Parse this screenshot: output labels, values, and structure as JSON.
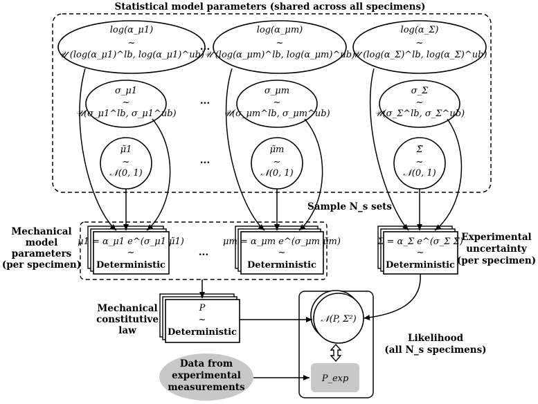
{
  "title": "Statistical model parameters (shared across all specimens)",
  "ellipses_log": [
    {
      "top": "log(α_μ1)",
      "sim": "~",
      "dist": "𝒰 (log(α_μ1)^lb, log(α_μ1)^ub)"
    },
    {
      "top": "log(α_μm)",
      "sim": "~",
      "dist": "𝒰 (log(α_μm)^lb, log(α_μm)^ub)"
    },
    {
      "top": "log(α_Σ)",
      "sim": "~",
      "dist": "𝒰 (log(α_Σ)^lb, log(α_Σ)^ub)"
    }
  ],
  "ellipses_sigma": [
    {
      "top": "σ_μ1",
      "sim": "~",
      "dist": "𝒰(σ_μ1^lb, σ_μ1^ub)"
    },
    {
      "top": "σ_μm",
      "sim": "~",
      "dist": "𝒰(σ_μm^lb, σ_μm^ub)"
    },
    {
      "top": "σ_Σ",
      "sim": "~",
      "dist": "𝒰(σ_Σ^lb, σ_Σ^ub)"
    }
  ],
  "circles_std": [
    {
      "top": "μ̃1",
      "sim": "~",
      "dist": "𝒩(0, 1)"
    },
    {
      "top": "μ̃m",
      "sim": "~",
      "dist": "𝒩(0, 1)"
    },
    {
      "top": "Σ̃",
      "sim": "~",
      "dist": "𝒩(0, 1)"
    }
  ],
  "ellipsis": "...",
  "sample_label": "Sample N_s sets",
  "det_boxes": [
    {
      "formula": "μ1 = α_μ1 e^(σ_μ1 μ̃1)",
      "sim": "~",
      "kind": "Deterministic"
    },
    {
      "formula": "μm = α_μm e^(σ_μm μ̃m)",
      "sim": "~",
      "kind": "Deterministic"
    },
    {
      "formula": "Σ = α_Σ e^(σ_Σ Σ̃)",
      "sim": "~",
      "kind": "Deterministic"
    },
    {
      "formula": "P",
      "sim": "~",
      "kind": "Deterministic"
    }
  ],
  "labels": {
    "mechanical_params": [
      "Mechanical",
      "model",
      "parameters",
      "(per specimen)"
    ],
    "experimental_uncertainty": [
      "Experimental",
      "uncertainty",
      "(per specimen)"
    ],
    "constitutive_law": [
      "Mechanical",
      "constitutive",
      "law"
    ],
    "likelihood": [
      "Likelihood",
      "(all N_s specimens)"
    ],
    "data": [
      "Data from",
      "experimental",
      "measurements"
    ]
  },
  "likelihood_node": "𝒩(P, Σ²)",
  "observed_node": "P_exp",
  "colors": {
    "line": "#000000",
    "observed_fill": "#c8c8c8",
    "data_fill": "#c8c8c8",
    "background": "#ffffff"
  }
}
